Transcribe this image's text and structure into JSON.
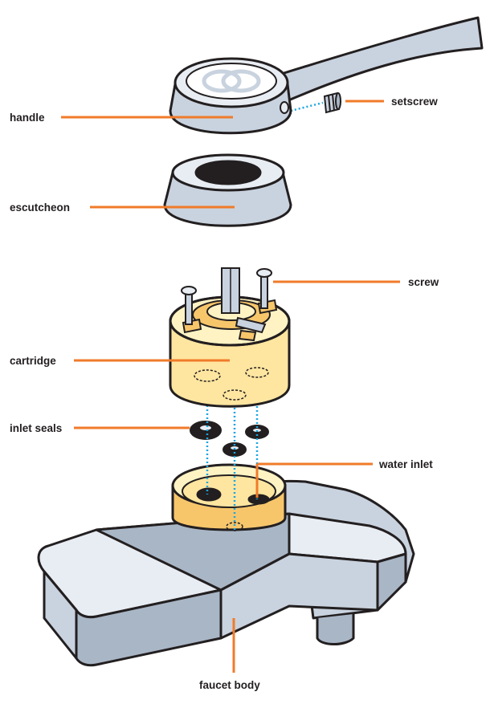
{
  "labels": {
    "handle": "handle",
    "setscrew": "setscrew",
    "escutcheon": "escutcheon",
    "screw": "screw",
    "cartridge": "cartridge",
    "inlet_seals": "inlet seals",
    "water_inlet": "water inlet",
    "faucet_body": "faucet body"
  },
  "colors": {
    "leader": "#f07b2a",
    "outline": "#231f20",
    "metal_light": "#e8edf3",
    "metal_mid": "#c9d3df",
    "metal_dark": "#a9b6c6",
    "cartridge_light": "#fff3c4",
    "cartridge_mid": "#ffe6a0",
    "cartridge_dark": "#f7c66b",
    "dotted_guide": "#1aa6e0"
  },
  "icons": {
    "handle_cap": "hot-cold-symbol-icon"
  }
}
